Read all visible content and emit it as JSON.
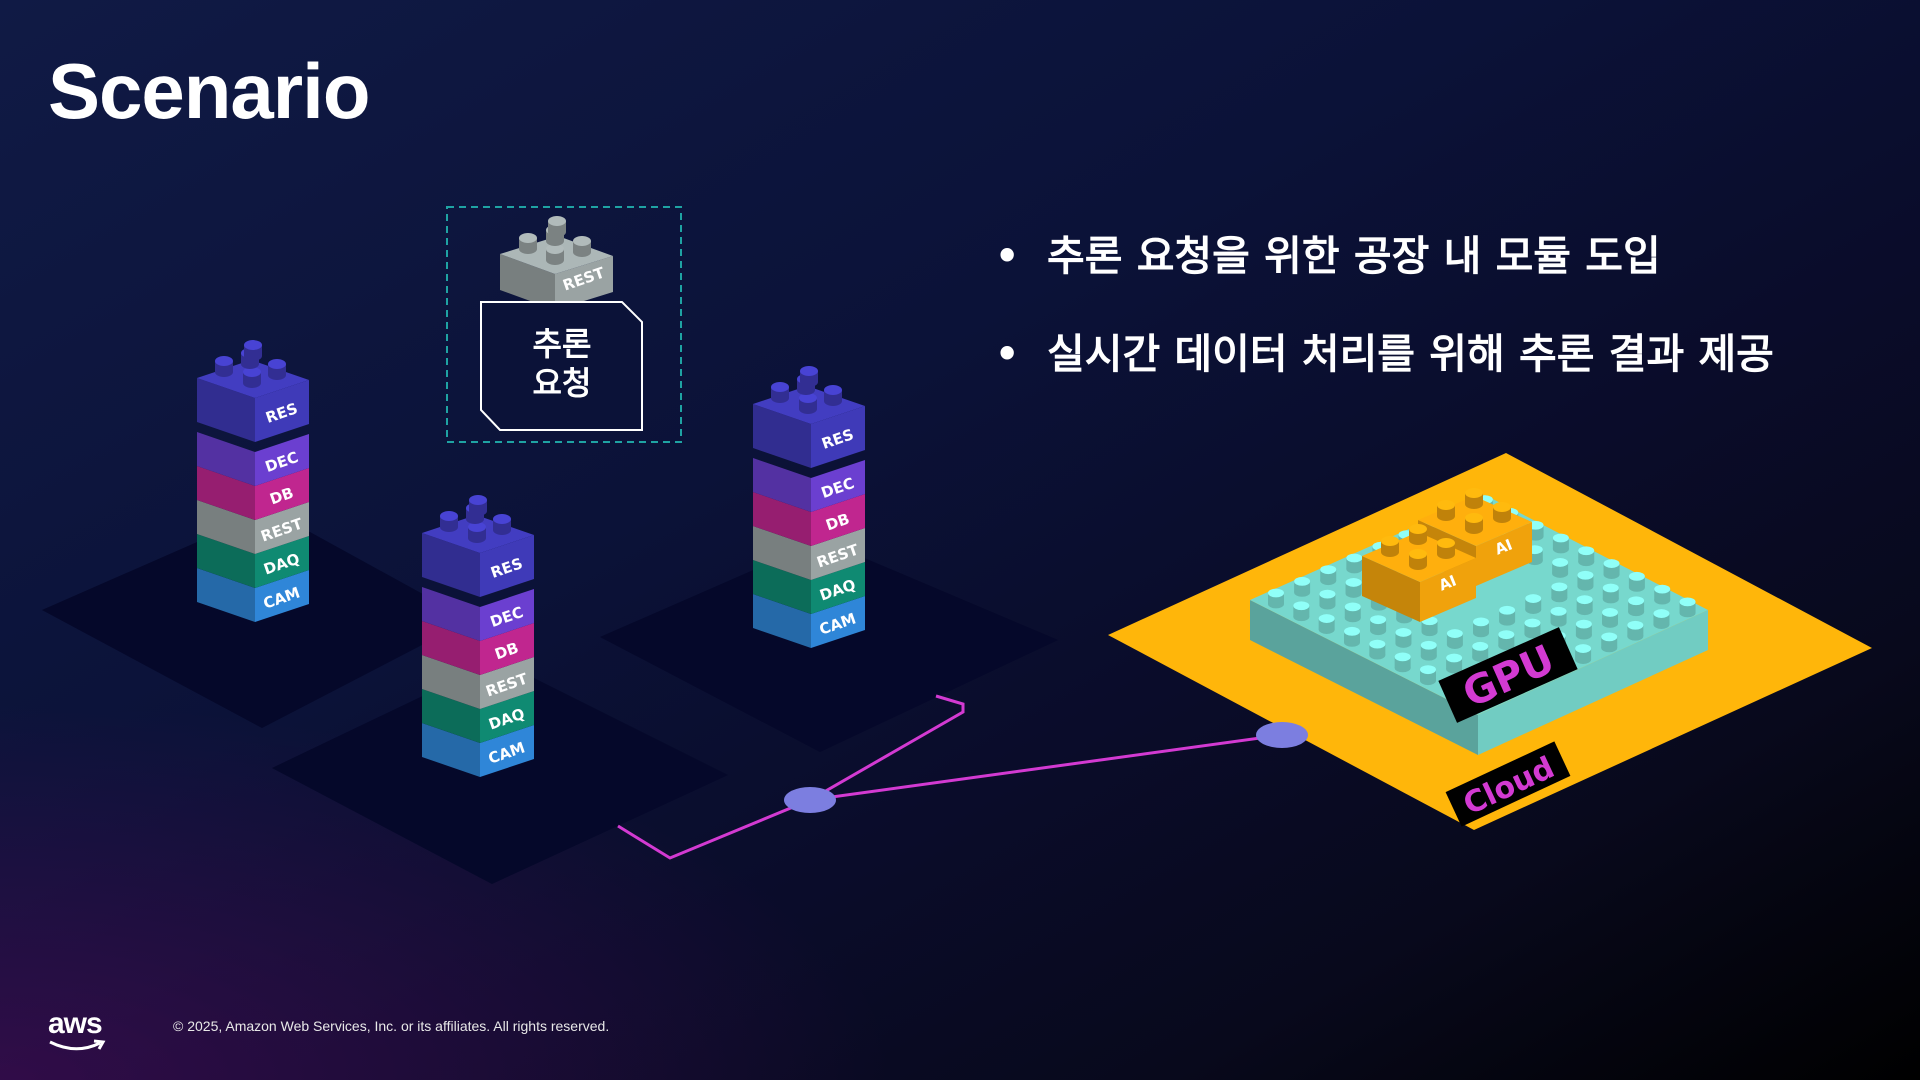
{
  "slide": {
    "title": "Scenario",
    "bullets": [
      "추론 요청을 위한 공장 내 모듈 도입",
      "실시간 데이터 처리를 위해 추론 결과 제공"
    ],
    "copyright": "© 2025, Amazon Web Services, Inc. or its affiliates. All rights reserved.",
    "logo_text": "aws"
  },
  "diagram": {
    "request_module": {
      "block_label": "REST",
      "caption_line1": "추론",
      "caption_line2": "요청"
    },
    "stack_labels": [
      "RES",
      "DEC",
      "DB",
      "REST",
      "DAQ",
      "CAM"
    ],
    "cloud": {
      "ai_label": "AI",
      "gpu_label": "GPU",
      "cloud_label": "Cloud"
    },
    "colors": {
      "res": "#3f3ab8",
      "dec": "#6b3fd0",
      "db": "#c0268f",
      "rest": "#9aa3a3",
      "daq": "#0f8a72",
      "cam": "#2f86d8",
      "cloud_platform": "#ffb60a",
      "gpu_blocks": "#7de3d8",
      "ai_blocks": "#f0a20c",
      "link_line": "#d33ad2",
      "node": "#7c7ee0"
    }
  }
}
